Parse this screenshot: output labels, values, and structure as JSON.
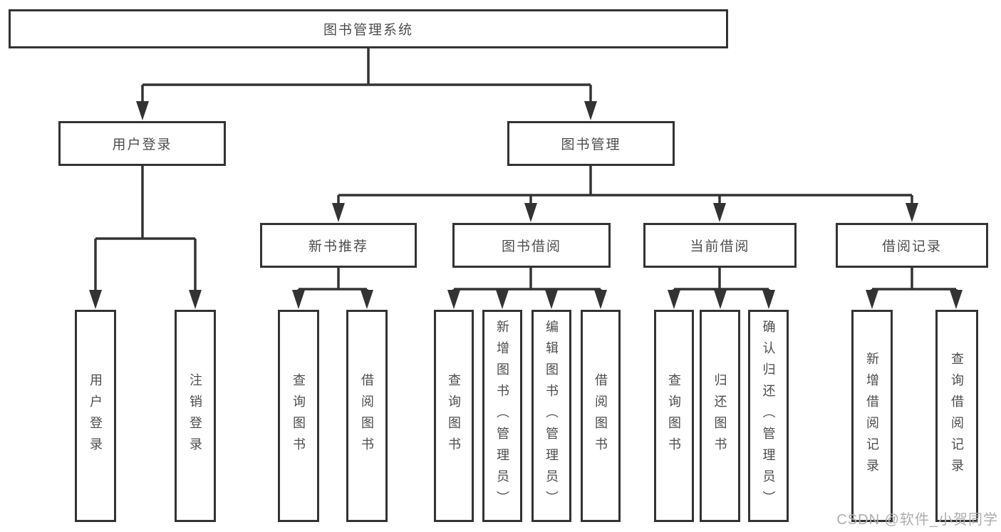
{
  "colors": {
    "line": "#333333",
    "text": "#4d4d4d",
    "background": "#ffffff",
    "watermark": "#aeaeae"
  },
  "watermark": {
    "text": "CSDN @软件_小贺同学"
  },
  "tree": {
    "label": "图书管理系统",
    "children": [
      {
        "label": "用户登录",
        "children": [
          {
            "label": "用户登录"
          },
          {
            "label": "注销登录"
          }
        ]
      },
      {
        "label": "图书管理",
        "children": [
          {
            "label": "新书推荐",
            "children": [
              {
                "label": "查询图书"
              },
              {
                "label": "借阅图书"
              }
            ]
          },
          {
            "label": "图书借阅",
            "children": [
              {
                "label": "查询图书"
              },
              {
                "label": "新增图书（管理员）"
              },
              {
                "label": "编辑图书（管理员）"
              },
              {
                "label": "借阅图书"
              }
            ]
          },
          {
            "label": "当前借阅",
            "children": [
              {
                "label": "查询图书"
              },
              {
                "label": "归还图书"
              },
              {
                "label": "确认归还（管理员）"
              }
            ]
          },
          {
            "label": "借阅记录",
            "children": [
              {
                "label": "新增借阅记录"
              },
              {
                "label": "查询借阅记录"
              }
            ]
          }
        ]
      }
    ]
  }
}
